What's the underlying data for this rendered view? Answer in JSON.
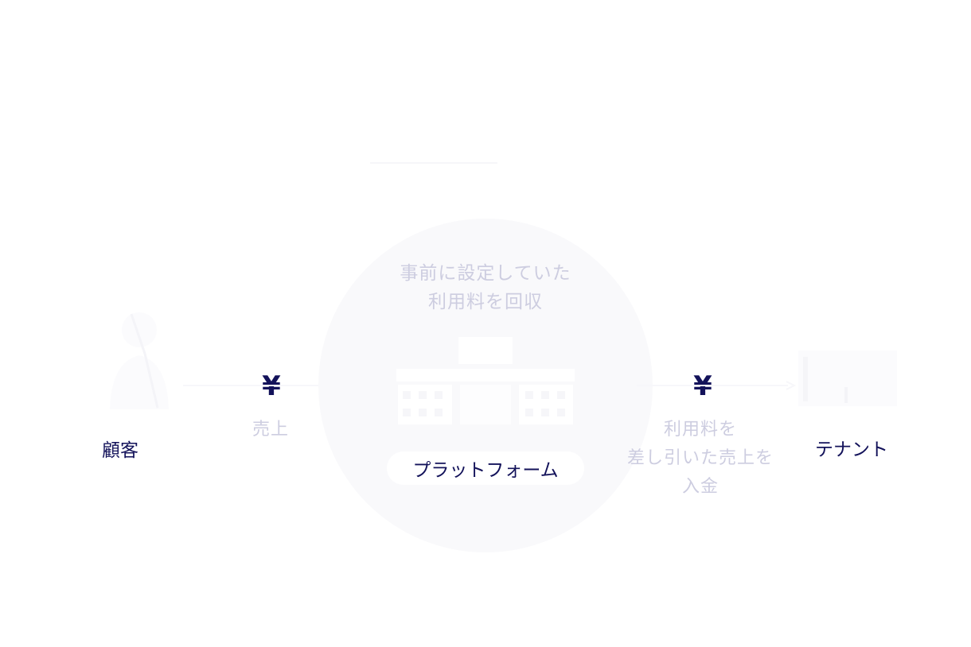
{
  "diagram": {
    "center": {
      "caption_line1": "事前に設定していた",
      "caption_line2": "利用料を回収",
      "label": "プラットフォーム"
    },
    "left_flow": {
      "symbol": "¥",
      "label": "売上"
    },
    "right_flow": {
      "symbol": "¥",
      "label_line1": "利用料を",
      "label_line2": "差し引いた売上を",
      "label_line3": "入金"
    },
    "customer_label": "顧客",
    "tenant_label": "テナント"
  },
  "colors": {
    "navy": "#13125a",
    "faint_text": "#cdcde0",
    "circle": "#f9f9fb"
  }
}
